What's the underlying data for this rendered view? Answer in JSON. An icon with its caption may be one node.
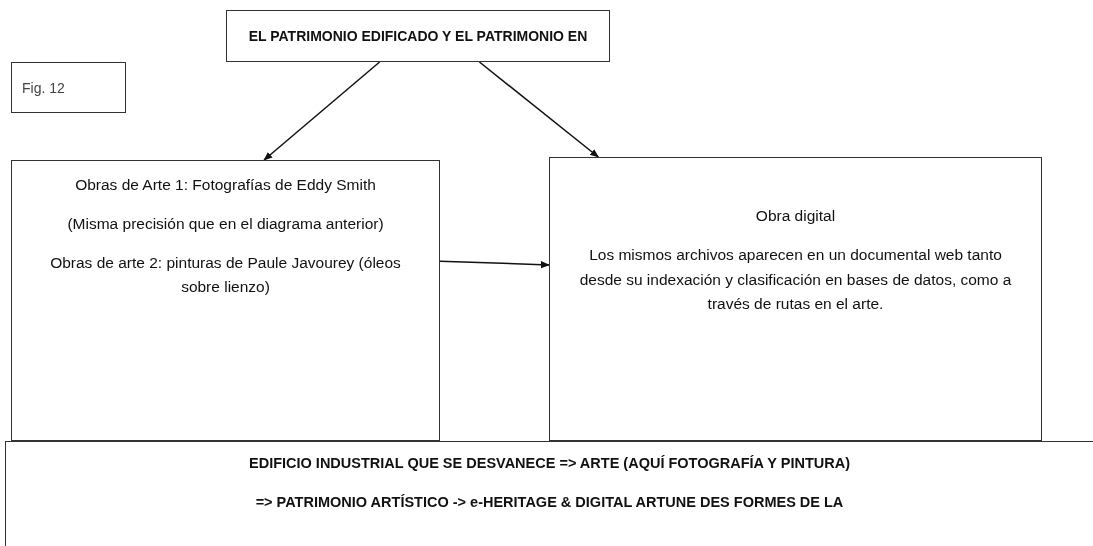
{
  "diagram": {
    "nodes": [
      {
        "text": [
          "EL PATRIMONIO EDIFICADO Y EL PATRIMONIO EN"
        ]
      },
      {
        "text": [
          "Fig. 12"
        ]
      },
      {
        "text": [
          "Obras de Arte 1: Fotografías de Eddy Smith",
          "(Misma precisión que en el diagrama anterior)",
          "Obras de arte 2: pinturas de Paule Javourey (óleos sobre lienzo)"
        ]
      },
      {
        "text": [
          "Obra digital",
          "Los mismos archivos aparecen en un documental web tanto desde su indexación y clasificación en bases de datos, como a través de rutas en el arte."
        ]
      },
      {
        "text": [
          "EDIFICIO INDUSTRIAL QUE SE DESVANECE => ARTE (AQUÍ FOTOGRAFÍA Y PINTURA)",
          "=> PATRIMONIO ARTÍSTICO -> e-HERITAGE & DIGITAL ARTUNE DES FORMES DE LA"
        ]
      }
    ],
    "edges": [
      {
        "from": 0,
        "to": 2,
        "arrow": "to"
      },
      {
        "from": 0,
        "to": 3,
        "arrow": "to"
      },
      {
        "from": 2,
        "to": 3,
        "arrow": "to"
      }
    ]
  }
}
